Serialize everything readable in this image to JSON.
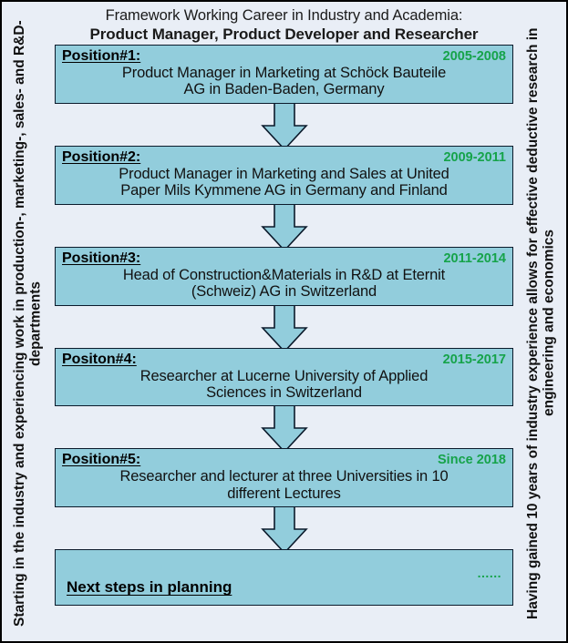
{
  "heading": {
    "line1": "Framework Working Career in Industry and Academia:",
    "line2": "Product Manager, Product Developer and Researcher"
  },
  "side_captions": {
    "left": "Starting in the industry and experiencing work in production-, marketing-, sales- and R&D-departments",
    "right": "Having gained 10 years of industry experience allows for effective deductive research in engineering and economics"
  },
  "colors": {
    "box_fill": "#92cddc",
    "box_border": "#0b1a2b",
    "background": "#e9eef6",
    "frame_border": "#000000",
    "date_green": "#16a34a",
    "text": "#111111"
  },
  "positions": [
    {
      "label": "Position#1:",
      "date": "2005-2008",
      "description": "Product Manager in Marketing at Schöck Bauteile\nAG in Baden-Baden, Germany"
    },
    {
      "label": "Position#2:",
      "date": "2009-2011",
      "description": "Product Manager in Marketing and Sales at United\nPaper Mils Kymmene AG in Germany and Finland"
    },
    {
      "label": "Position#3:",
      "date": "2011-2014",
      "description": "Head of Construction&Materials in R&D at Eternit\n(Schweiz) AG in Switzerland"
    },
    {
      "label": "Positon#4:",
      "date": "2015-2017",
      "description": "Researcher at Lucerne University of Applied\nSciences in Switzerland"
    },
    {
      "label": "Position#5:",
      "date": "Since 2018",
      "description": "Researcher and lecturer at three Universities in 10\ndifferent Lectures"
    }
  ],
  "final": {
    "label": "Next steps in planning",
    "dots": "......"
  }
}
